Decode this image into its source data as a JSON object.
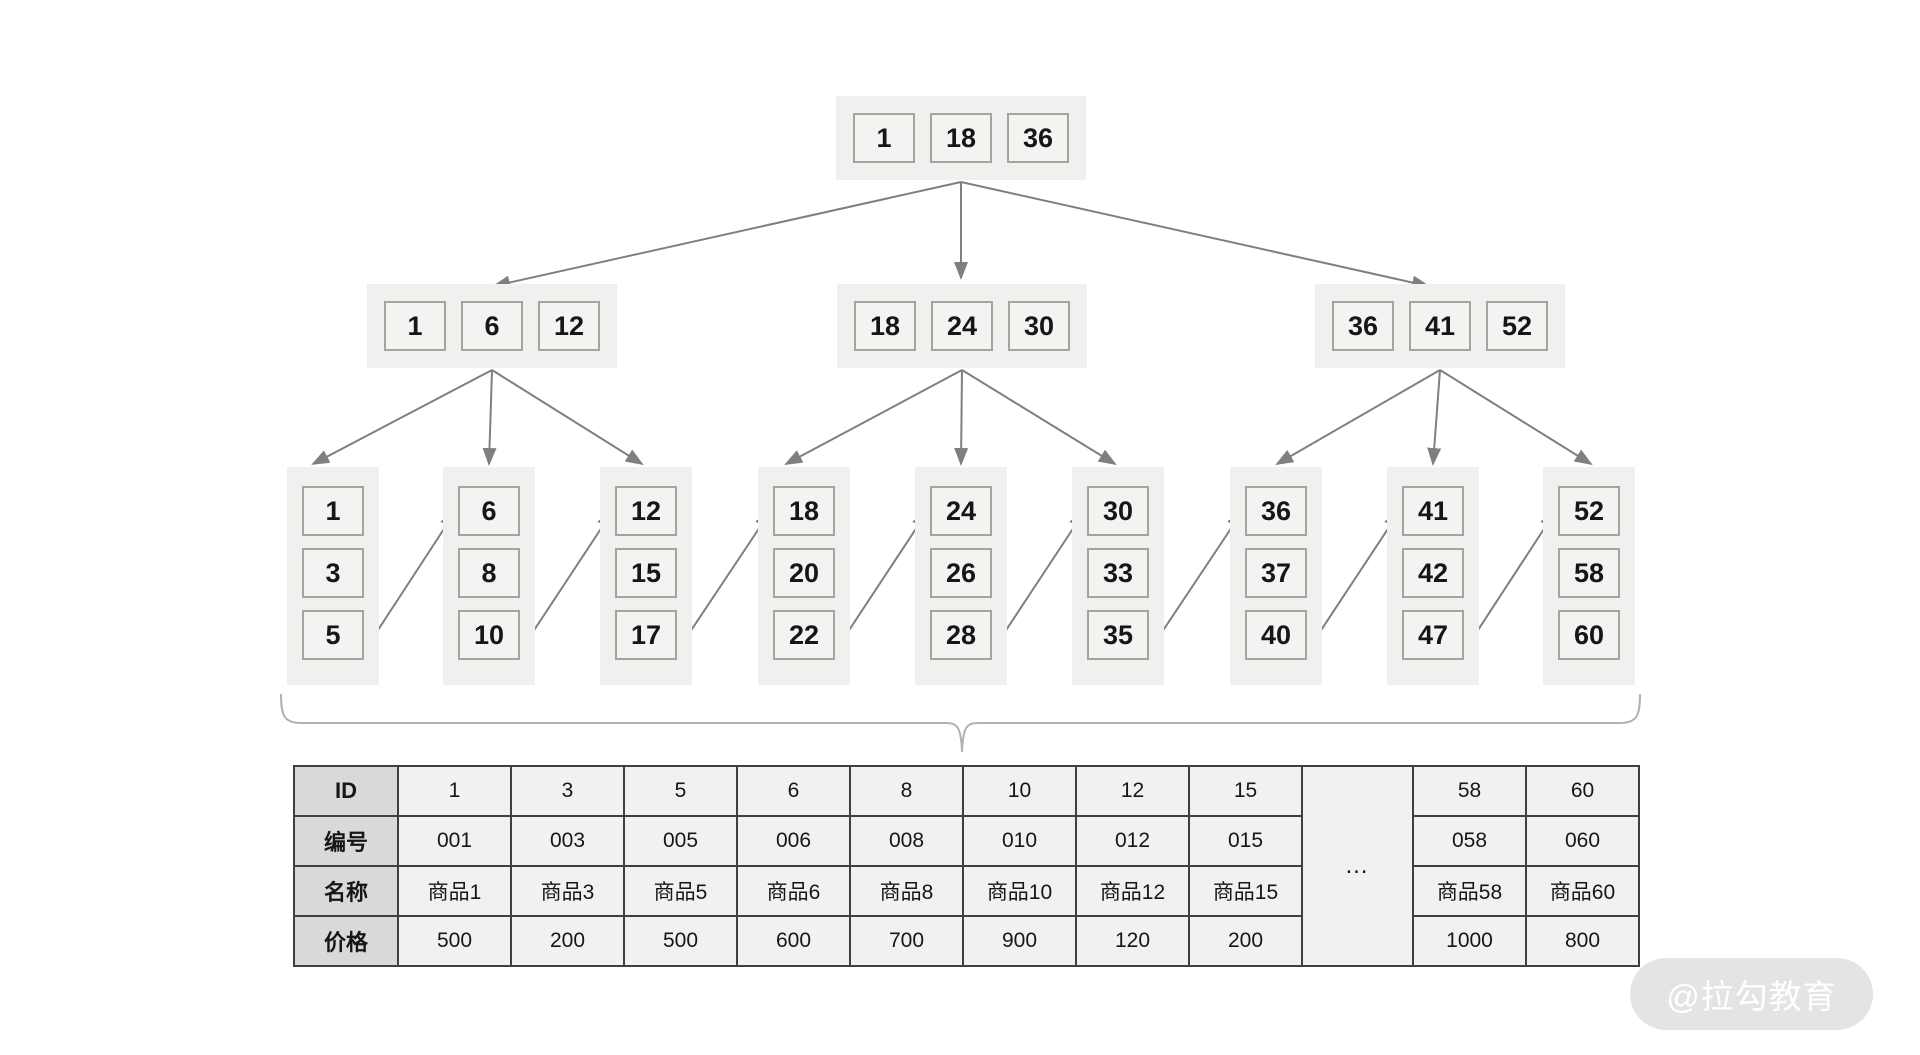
{
  "tree": {
    "root": {
      "keys": [
        "1",
        "18",
        "36"
      ]
    },
    "internal": [
      {
        "keys": [
          "1",
          "6",
          "12"
        ]
      },
      {
        "keys": [
          "18",
          "24",
          "30"
        ]
      },
      {
        "keys": [
          "36",
          "41",
          "52"
        ]
      }
    ],
    "leaves": [
      {
        "keys": [
          "1",
          "3",
          "5"
        ]
      },
      {
        "keys": [
          "6",
          "8",
          "10"
        ]
      },
      {
        "keys": [
          "12",
          "15",
          "17"
        ]
      },
      {
        "keys": [
          "18",
          "20",
          "22"
        ]
      },
      {
        "keys": [
          "24",
          "26",
          "28"
        ]
      },
      {
        "keys": [
          "30",
          "33",
          "35"
        ]
      },
      {
        "keys": [
          "36",
          "37",
          "40"
        ]
      },
      {
        "keys": [
          "41",
          "42",
          "47"
        ]
      },
      {
        "keys": [
          "52",
          "58",
          "60"
        ]
      }
    ]
  },
  "table": {
    "row_headers": [
      "ID",
      "编号",
      "名称",
      "价格"
    ],
    "rows": [
      [
        "1",
        "3",
        "5",
        "6",
        "8",
        "10",
        "12",
        "15"
      ],
      [
        "001",
        "003",
        "005",
        "006",
        "008",
        "010",
        "012",
        "015"
      ],
      [
        "商品1",
        "商品3",
        "商品5",
        "商品6",
        "商品8",
        "商品10",
        "商品12",
        "商品15"
      ],
      [
        "500",
        "200",
        "500",
        "600",
        "700",
        "900",
        "120",
        "200"
      ]
    ],
    "ellipsis": "…",
    "tail_rows": [
      [
        "58",
        "60"
      ],
      [
        "058",
        "060"
      ],
      [
        "商品58",
        "商品60"
      ],
      [
        "1000",
        "800"
      ]
    ]
  },
  "watermark": "@拉勾教育",
  "colors": {
    "node_bg": "#f1f0ee",
    "cell_bg": "#f4f3f1",
    "cell_border": "#a5a3a0",
    "arrow": "#7f7f7f",
    "brace": "#b3b1ae",
    "table_border": "#3f3f3f",
    "table_header_bg": "#d9d9d7",
    "table_cell_bg": "#f1f1ef",
    "watermark_bg": "#e4e4e4",
    "watermark_text": "#ffffff"
  }
}
